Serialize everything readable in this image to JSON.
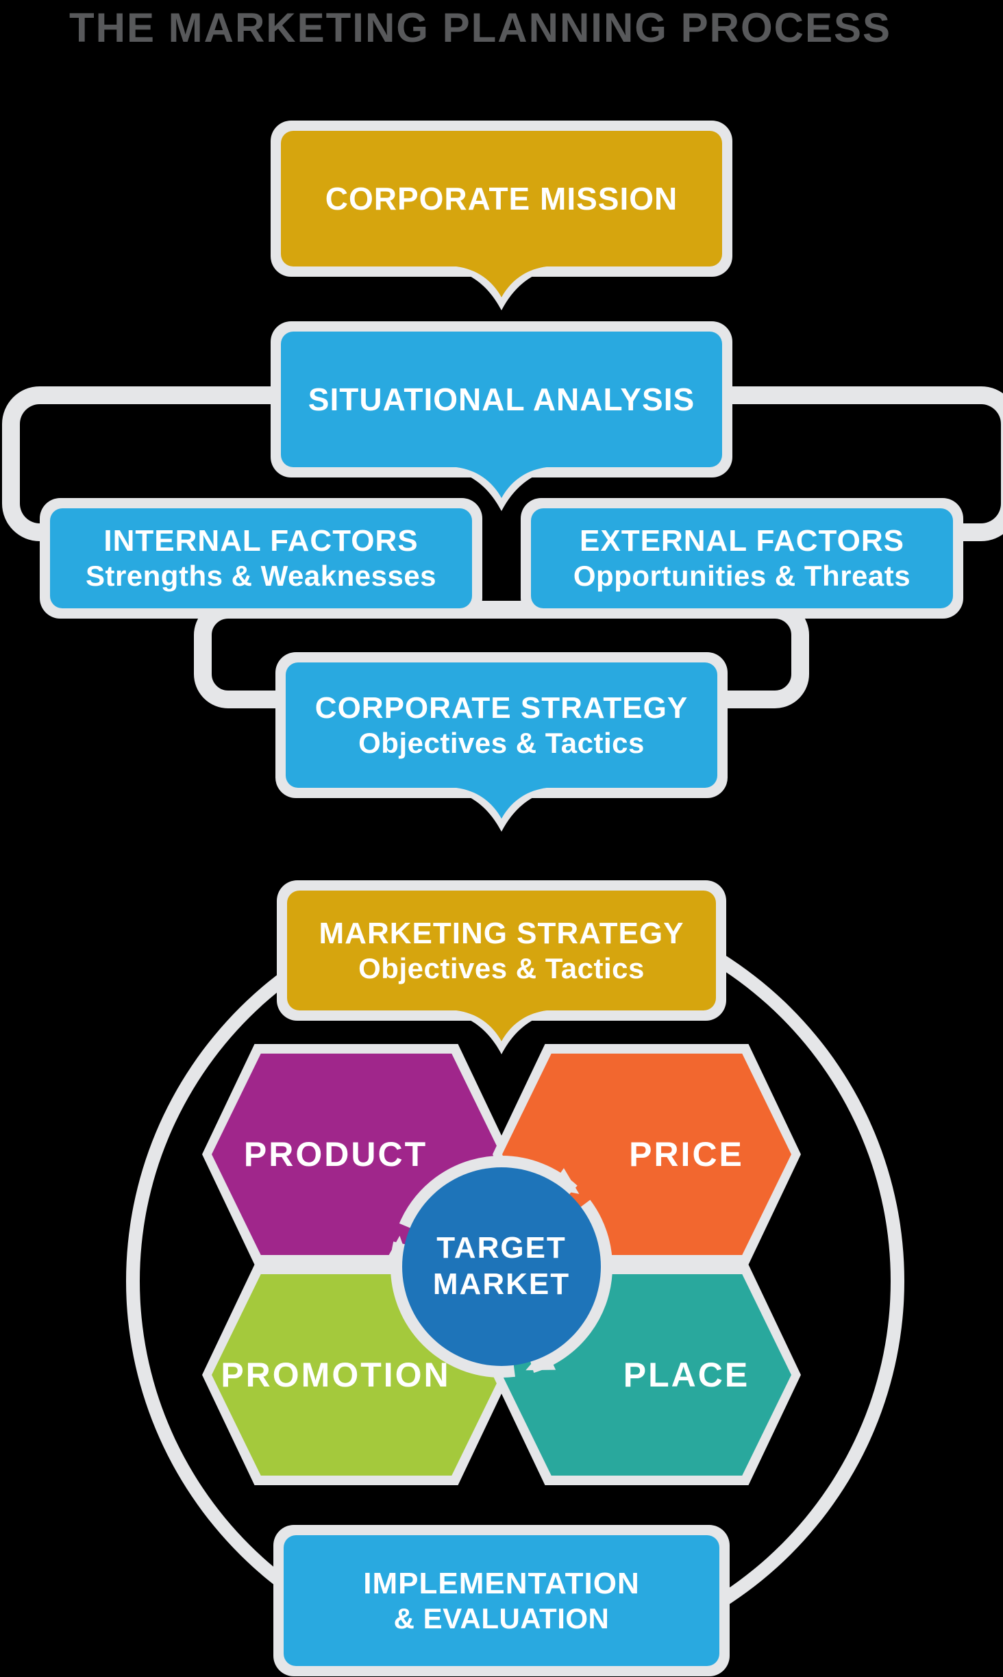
{
  "page": {
    "title": "THE MARKETING PLANNING PROCESS"
  },
  "flow_boxes": {
    "mission": {
      "line1": "CORPORATE MISSION"
    },
    "situational": {
      "line1": "SITUATIONAL ANALYSIS"
    },
    "internal": {
      "line1": "INTERNAL FACTORS",
      "line2": "Strengths & Weaknesses"
    },
    "external": {
      "line1": "EXTERNAL FACTORS",
      "line2": "Opportunities & Threats"
    },
    "corporate": {
      "line1": "CORPORATE STRATEGY",
      "line2": "Objectives & Tactics"
    },
    "marketing": {
      "line1": "MARKETING STRATEGY",
      "line2": "Objectives & Tactics"
    },
    "implementation": {
      "line1": "IMPLEMENTATION",
      "line2": "& EVALUATION"
    }
  },
  "marketing_mix": {
    "product": {
      "label": "PRODUCT"
    },
    "price": {
      "label": "PRICE"
    },
    "promotion": {
      "label": "PROMOTION"
    },
    "place": {
      "label": "PLACE"
    },
    "target": {
      "line1": "TARGET",
      "line2": "MARKET"
    }
  },
  "colors": {
    "background": "#000000",
    "title": "#58595B",
    "outline": "#E5E6E8",
    "gold": "#D6A50E",
    "blue": "#29A9E0",
    "magenta": "#A0268B",
    "orange": "#F2672F",
    "green": "#A4C93C",
    "teal": "#29A89D",
    "target_blue": "#1E74B9"
  }
}
